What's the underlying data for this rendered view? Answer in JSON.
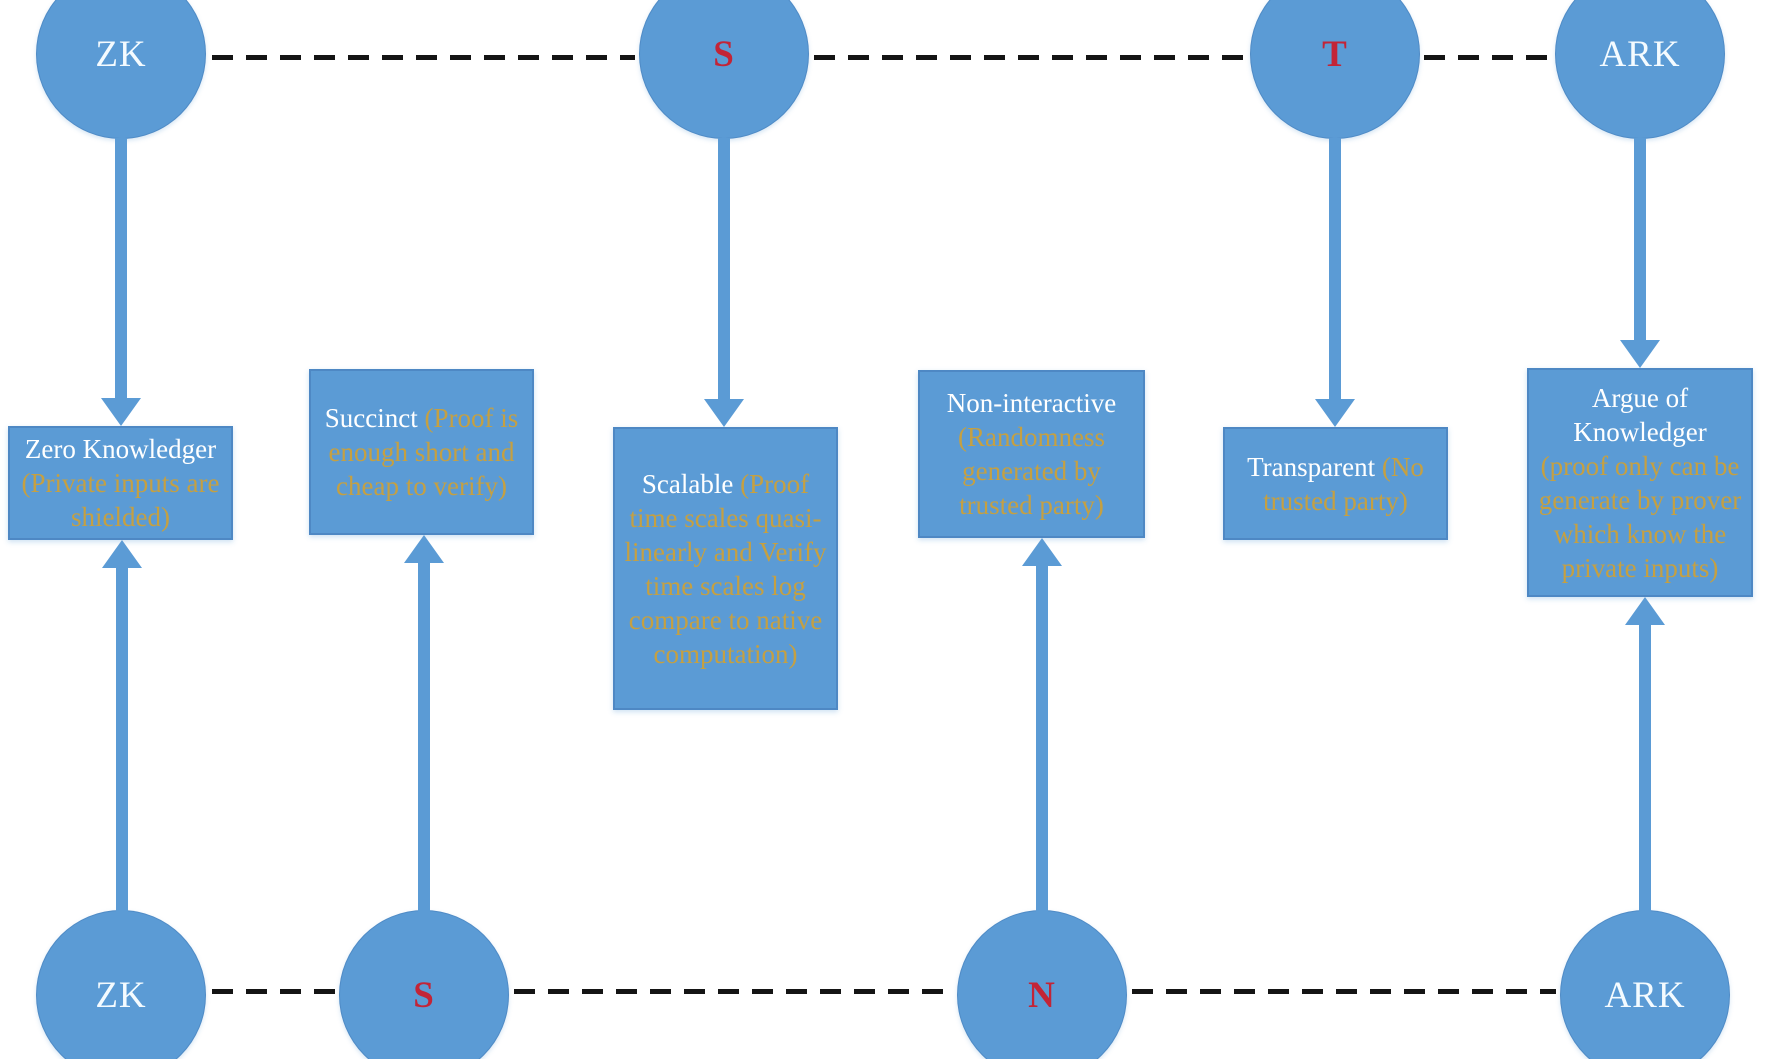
{
  "colors": {
    "node_fill": "#5B9BD5",
    "arrow_blue": "#5B9BD5",
    "term_white": "#FFFFFF",
    "detail_gold": "#C5A042",
    "acronym_red": "#C32437",
    "connector_black": "#141414"
  },
  "top_row": {
    "nodes": [
      {
        "label": "ZK",
        "style": "plain"
      },
      {
        "label": "S",
        "style": "red"
      },
      {
        "label": "T",
        "style": "red"
      },
      {
        "label": "ARK",
        "style": "plain"
      }
    ]
  },
  "bottom_row": {
    "nodes": [
      {
        "label": "ZK",
        "style": "plain"
      },
      {
        "label": "S",
        "style": "red"
      },
      {
        "label": "N",
        "style": "red"
      },
      {
        "label": "ARK",
        "style": "plain"
      }
    ]
  },
  "boxes": [
    {
      "term": "Zero Knowledger ",
      "detail": "(Private inputs are shielded)"
    },
    {
      "term": "Succinct ",
      "detail": "(Proof is enough short and cheap to verify)"
    },
    {
      "term": "Scalable ",
      "detail": "(Proof time scales quasi-linearly and Verify time scales log compare to native computation)"
    },
    {
      "term": "Non-interactive ",
      "detail": "(Randomness generated by trusted party)"
    },
    {
      "term": "Transparent ",
      "detail": "(No trusted party)"
    },
    {
      "term": "Argue of Knowledger ",
      "detail": "(proof only can be generate by prover which know the private inputs)"
    }
  ]
}
